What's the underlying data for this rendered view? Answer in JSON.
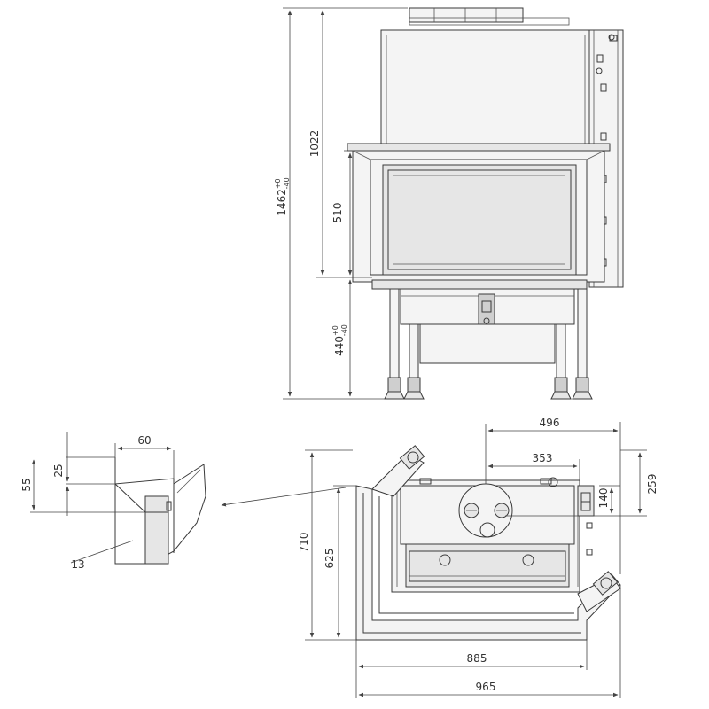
{
  "front_view": {
    "dimensions": {
      "total_height": {
        "base": "1462",
        "tol_upper": "+0",
        "tol_lower": "-40"
      },
      "upper_height": {
        "value": "1022"
      },
      "window_height": {
        "value": "510"
      },
      "leg_height": {
        "base": "440",
        "tol_upper": "+0",
        "tol_lower": "-40"
      }
    }
  },
  "detail_view": {
    "dimensions": {
      "width": {
        "value": "60"
      },
      "depth_small": {
        "value": "25"
      },
      "depth_large": {
        "value": "55"
      }
    },
    "callout": {
      "label": "13"
    }
  },
  "top_view": {
    "dimensions": {
      "inner_width": {
        "value": "885"
      },
      "outer_width": {
        "value": "965"
      },
      "outer_depth": {
        "value": "710"
      },
      "inner_depth": {
        "value": "625"
      },
      "flue_offset_x": {
        "value": "496"
      },
      "flue_center_x": {
        "value": "353"
      },
      "flue_offset_y": {
        "value": "259"
      },
      "flue_center_y": {
        "value": "140"
      }
    }
  }
}
